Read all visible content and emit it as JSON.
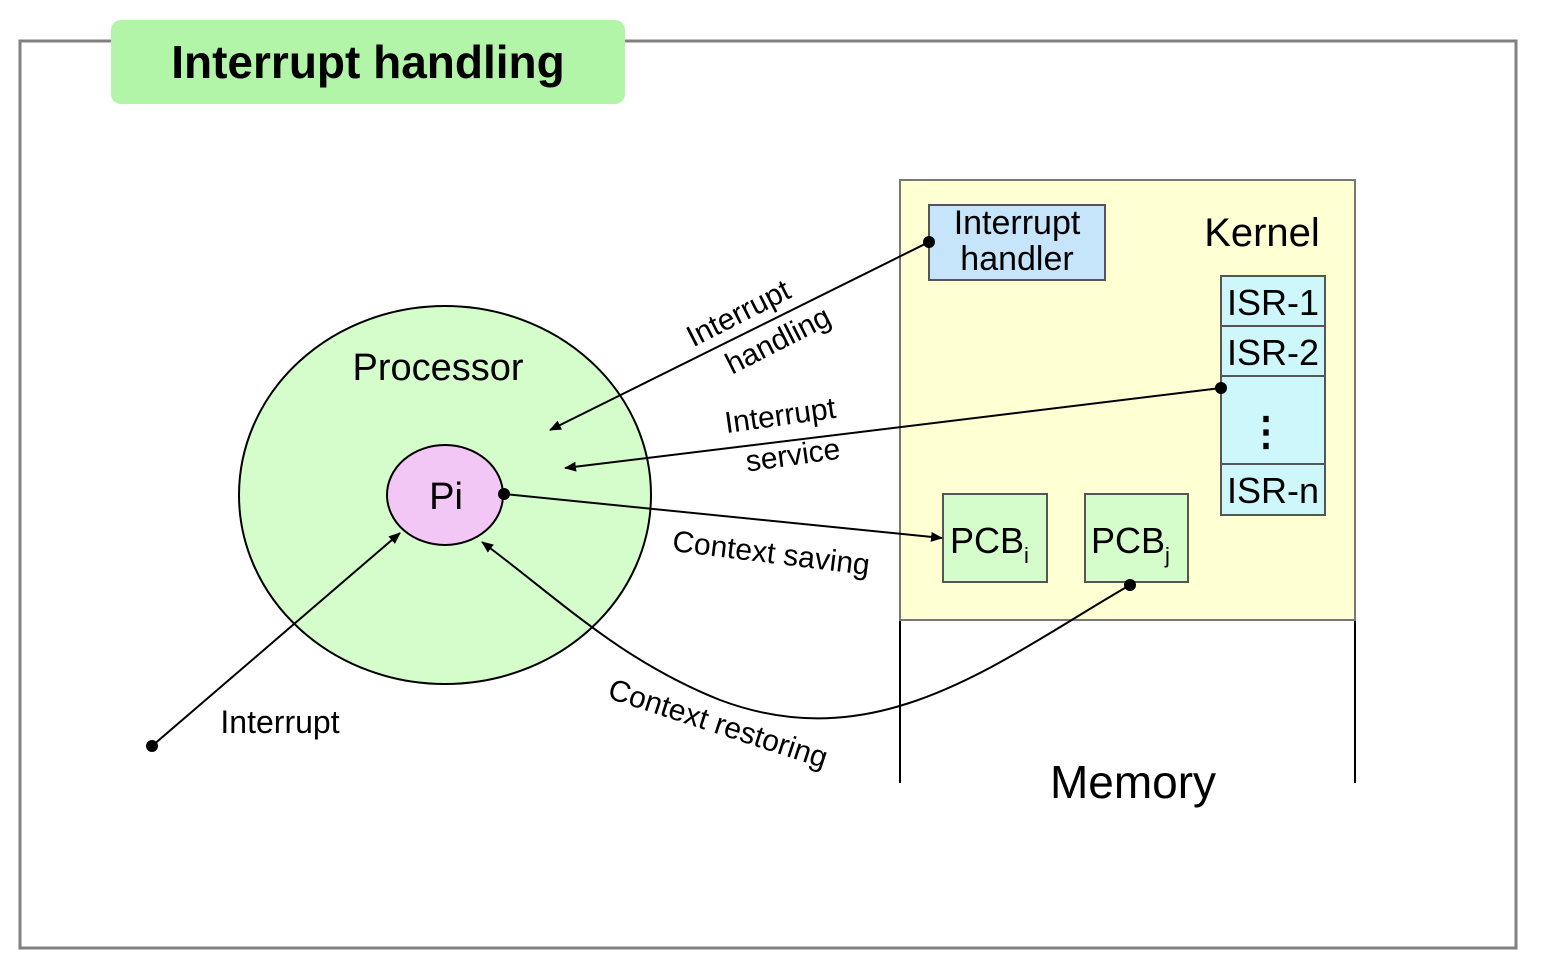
{
  "title": "Interrupt handling",
  "processor": {
    "label": "Processor",
    "process_label": "Pi"
  },
  "kernel": {
    "label": "Kernel",
    "handler": {
      "line1": "Interrupt",
      "line2": "handler"
    },
    "isr_entries": [
      "ISR-1",
      "ISR-2",
      "⋮",
      "ISR-n"
    ],
    "pcb_i": {
      "base": "PCB",
      "sub": "i"
    },
    "pcb_j": {
      "base": "PCB",
      "sub": "j"
    }
  },
  "memory": {
    "label": "Memory"
  },
  "arrows": {
    "interrupt": "Interrupt",
    "interrupt_handling": {
      "line1": "Interrupt",
      "line2": "handling"
    },
    "interrupt_service": {
      "line1": "Interrupt",
      "line2": "service"
    },
    "context_saving": "Context saving",
    "context_restoring": "Context restoring"
  },
  "colors": {
    "title_bg": "#b3f5a8",
    "processor_fill": "#d5fccb",
    "process_fill": "#f3c7f5",
    "kernel_fill": "#ffffd4",
    "handler_fill": "#c6e5fa",
    "isr_fill": "#cdf7fb",
    "pcb_fill": "#d5fccb"
  }
}
